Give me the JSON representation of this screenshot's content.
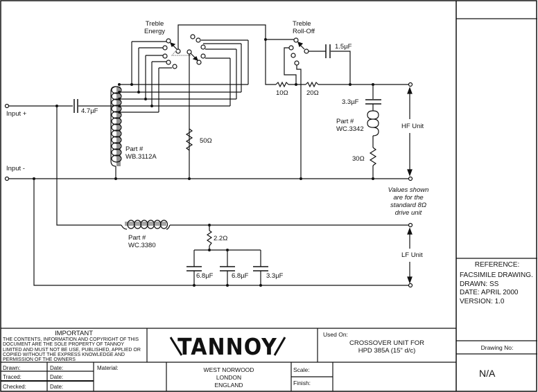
{
  "schematic": {
    "title_labels": {
      "treble_energy": [
        "Treble",
        "Energy"
      ],
      "treble_rolloff": [
        "Treble",
        "Roll-Off"
      ]
    },
    "inputs": {
      "plus": "Input +",
      "minus": "Input -"
    },
    "components": {
      "c_input": "4.7µF",
      "autotransformer": [
        "Part #",
        "WB.3112A"
      ],
      "r_50": "50Ω",
      "r_10": "10Ω",
      "r_20": "20Ω",
      "c_rolloff": "1.5µF",
      "c_hf_shunt": "3.3µF",
      "l_hf": [
        "Part #",
        "WC.3342"
      ],
      "r_30": "30Ω",
      "l_lf": [
        "Part #",
        "WC.3380"
      ],
      "r_2_2": "2.2Ω",
      "c_lf_1": "6.8µF",
      "c_lf_2": "6.8µF",
      "c_lf_3": "3.3µF"
    },
    "outputs": {
      "hf": "HF Unit",
      "lf": "LF Unit"
    },
    "note": [
      "Values shown",
      "are for the",
      "standard 8Ω",
      "drive unit"
    ]
  },
  "title_block": {
    "important_heading": "IMPORTANT",
    "important_text": [
      "THE CONTENTS, INFORMATION AND COPYRIGHT OF THIS",
      "DOCUMENT ARE THE SOLE PROPERTY OF TANNOY",
      "LIMITED AND MUST NOT BE USE, PUBLISHED, APPLIED OR",
      "COPIED WITHOUT THE EXPRESS KNOWLEDGE AND",
      "PERMISSION OF THE OWNERS"
    ],
    "drawn": "Drawn:",
    "traced": "Traced:",
    "checked": "Checked:",
    "date": "Date:",
    "material": "Material:",
    "logo": "\\TANNOY/",
    "address": [
      "WEST NORWOOD",
      "LONDON",
      "ENGLAND"
    ],
    "scale": "Scale:",
    "finish": "Finish:",
    "used_on_label": "Used On:",
    "used_on": [
      "CROSSOVER UNIT FOR",
      "HPD 385A (15\" d/c)"
    ],
    "reference_heading": "REFERENCE:",
    "reference_lines": [
      "FACSIMILE DRAWING.",
      "DRAWN: SS",
      "DATE: APRIL 2000",
      "VERSION: 1.0"
    ],
    "drawing_no_label": "Drawing No:",
    "drawing_no": "N/A"
  }
}
